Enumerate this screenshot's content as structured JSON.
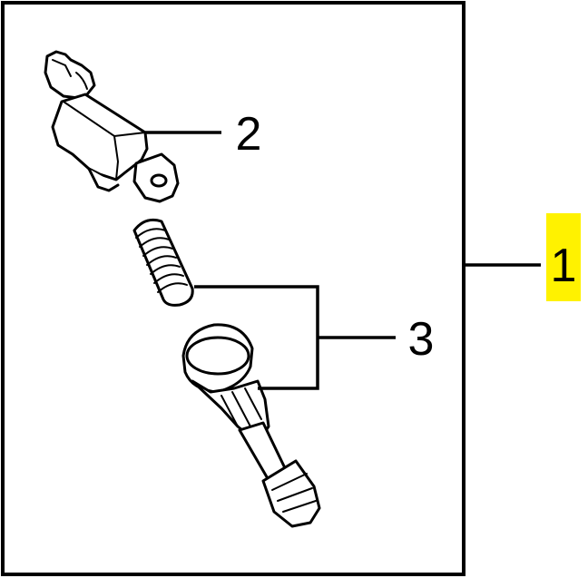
{
  "callouts": {
    "assembly": {
      "label": "1",
      "highlight_color": "#fff200"
    },
    "ignition_coil": {
      "label": "2"
    },
    "spring_and_boot": {
      "label": "3"
    }
  },
  "colors": {
    "line": "#000000",
    "background": "#ffffff"
  }
}
